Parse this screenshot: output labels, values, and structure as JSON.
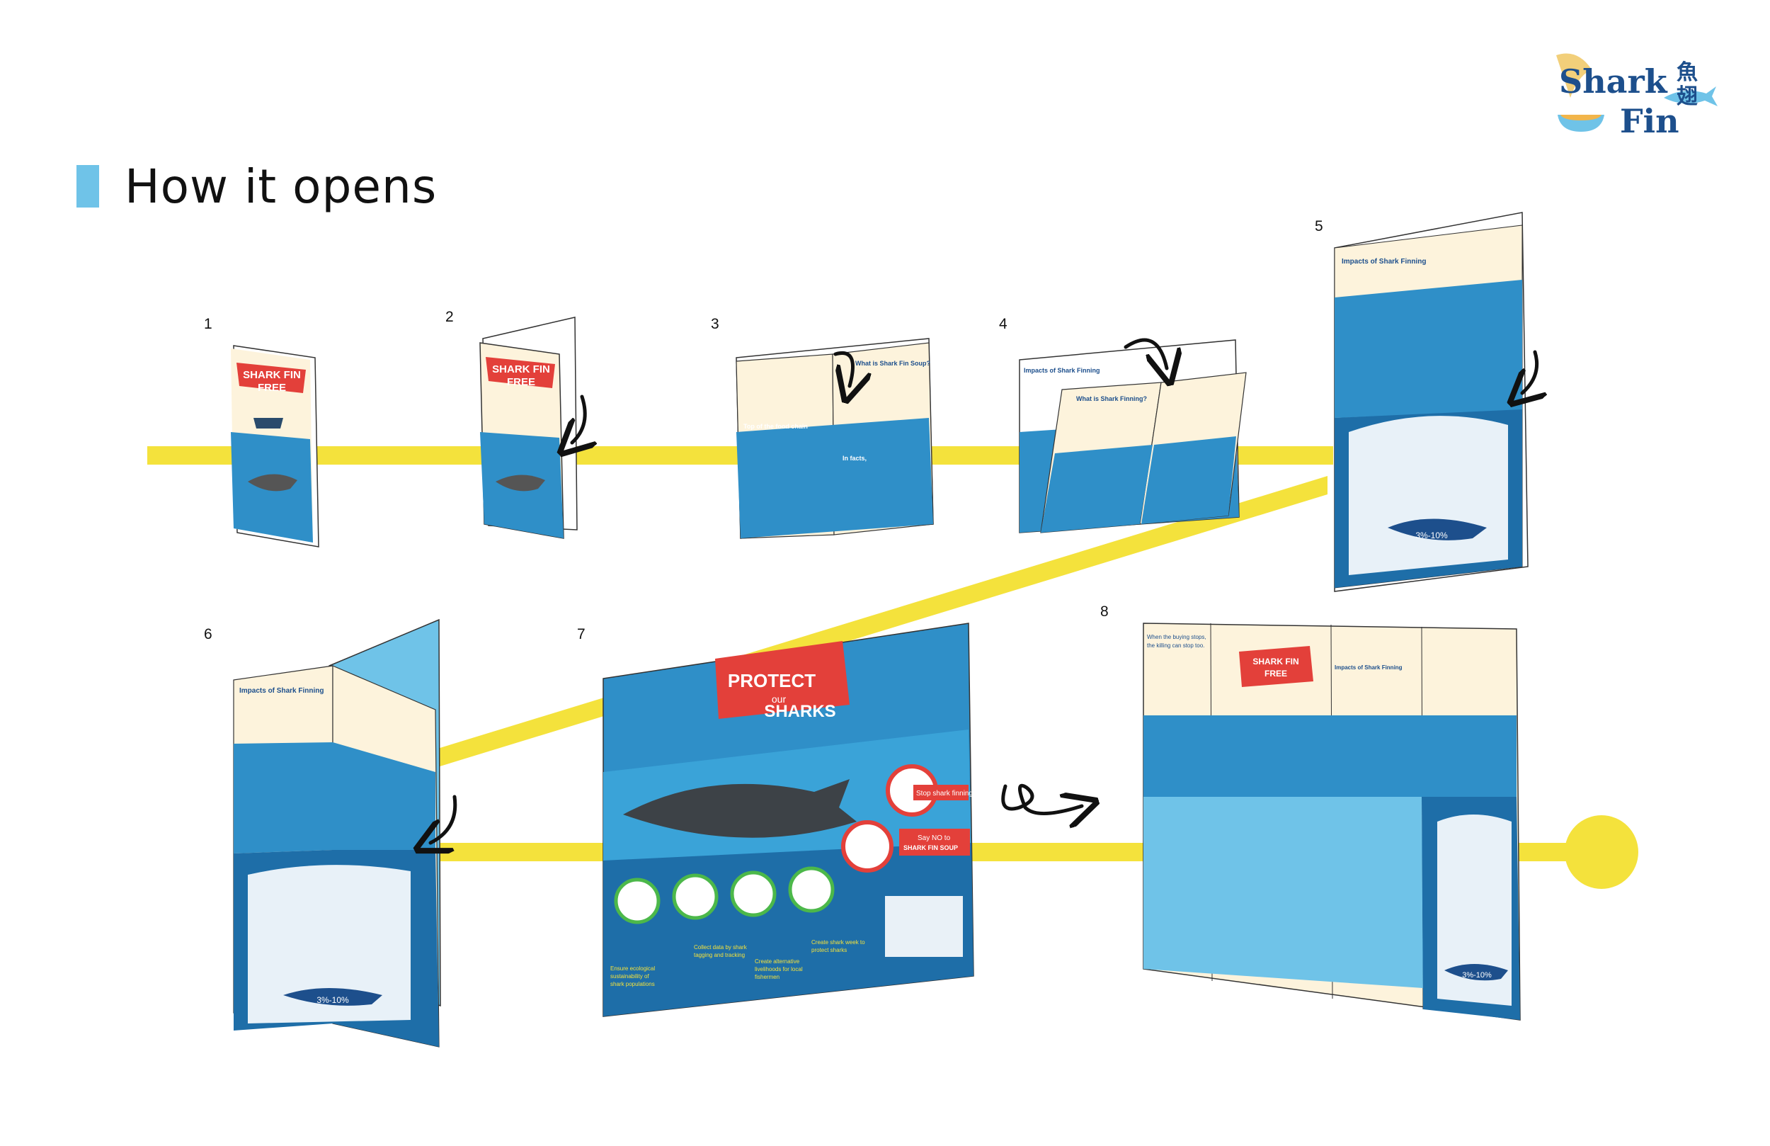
{
  "page": {
    "title": "How it opens"
  },
  "logo": {
    "word1": "Shark",
    "word2": "Fin",
    "chinese": "魚翅"
  },
  "steps": [
    "1",
    "2",
    "3",
    "4",
    "5",
    "6",
    "7",
    "8"
  ],
  "colors": {
    "accent": "#6fc3e8",
    "path": "#f4e23c",
    "ocean": "#2f8fc8",
    "navy": "#1d4f8c",
    "red": "#e3403a",
    "cream": "#fdf3dc"
  },
  "panel_text": {
    "cover": [
      "SHARK FIN",
      "FREE"
    ],
    "what_is_shark_fin_soup": "What is Shark Fin Soup?",
    "what_is_shark_finning": "What is Shark Finning?",
    "top_of_food_chain": "Top of the food chain",
    "in_facts": "In facts,",
    "impacts": "Impacts of Shark Finning",
    "percent": "3%-10%",
    "protect": [
      "PROTECT",
      "our",
      "SHARKS"
    ],
    "stop_finning": "Stop shark finning",
    "say_no": [
      "Say NO to",
      "SHARK FIN SOUP"
    ],
    "actions": [
      [
        "Ensure ecological",
        "sustainability of",
        "shark populations"
      ],
      [
        "Collect data by shark",
        "tagging and tracking"
      ],
      [
        "Create alternative",
        "livelihoods for local",
        "fishermen"
      ],
      [
        "Create shark week to",
        "protect sharks"
      ]
    ],
    "when_buying_stops": [
      "When the buying stops,",
      "the killing can stop too."
    ]
  }
}
